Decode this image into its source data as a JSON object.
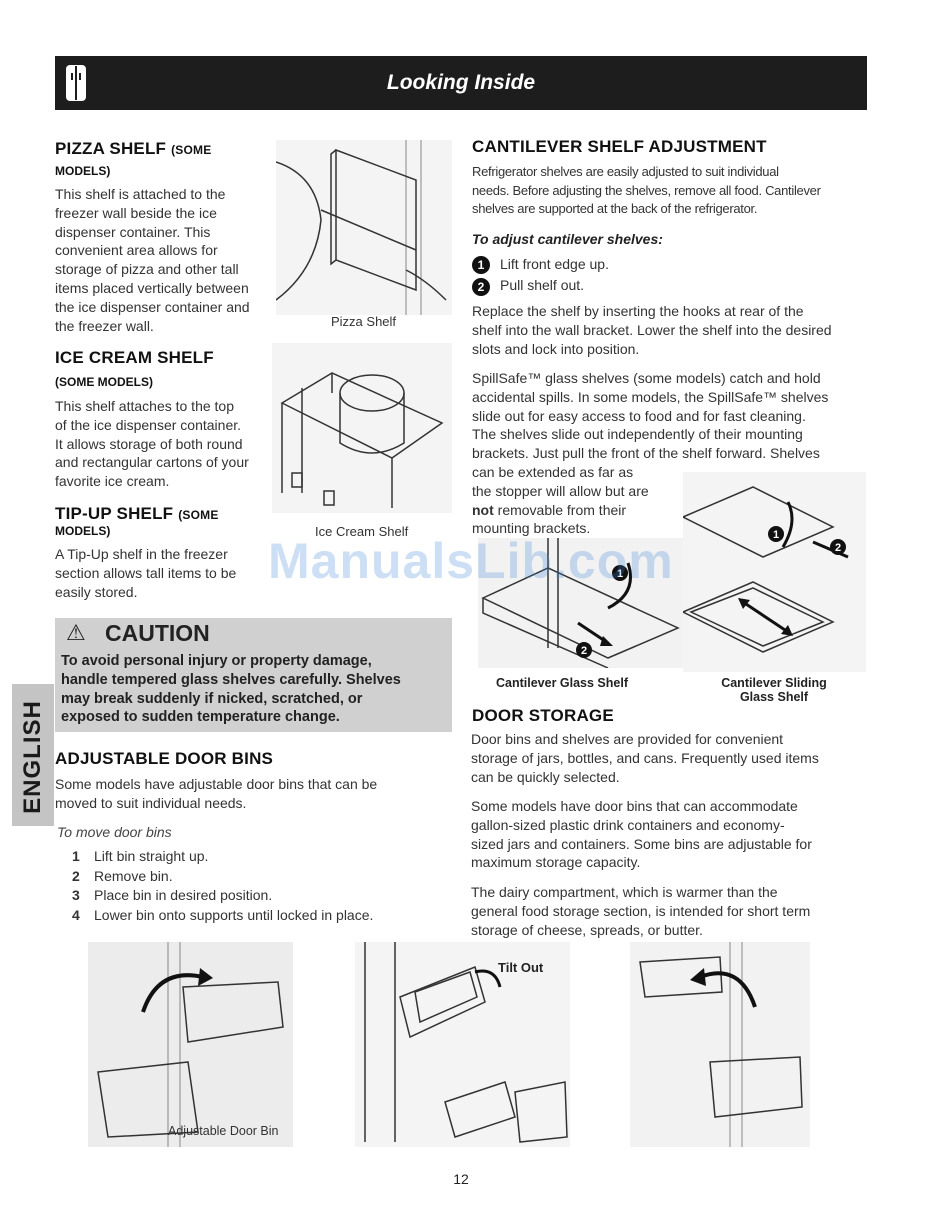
{
  "banner": {
    "title": "Looking Inside",
    "icon": "refrigerator-icon"
  },
  "pizza": {
    "heading": "PIZZA SHELF",
    "heading_sub": "(SOME",
    "heading_sub2": "MODELS)",
    "lines": [
      "This shelf is attached to the",
      "freezer wall beside the ice",
      "dispenser container. This",
      "convenient area allows for",
      "storage of pizza and other tall",
      "items placed vertically between",
      "the ice dispenser container and",
      "the freezer wall."
    ],
    "caption": "Pizza Shelf"
  },
  "icecream": {
    "heading": "ICE CREAM SHELF",
    "heading_sub": "(SOME MODELS)",
    "lines": [
      "This shelf attaches to the top",
      "of the ice dispenser container.",
      "It allows storage of both round",
      "and rectangular cartons of your",
      "favorite ice cream."
    ],
    "caption": "Ice Cream Shelf"
  },
  "tipup": {
    "heading": "TIP-UP SHELF",
    "heading_sub": "(SOME",
    "heading_sub2": "MODELS)",
    "lines": [
      "A Tip-Up shelf in the freezer",
      "section allows tall items to be",
      "easily stored."
    ]
  },
  "caution": {
    "symbol": "⚠",
    "title": "CAUTION",
    "lines": [
      "To avoid personal injury or property damage,",
      "handle tempered glass shelves carefully. Shelves",
      "may break suddenly if nicked, scratched, or",
      "exposed to sudden temperature change."
    ]
  },
  "doorbins": {
    "heading": "ADJUSTABLE DOOR BINS",
    "lines": [
      "Some models have adjustable door bins that can be",
      "moved to suit individual needs."
    ],
    "instr": "To move door bins",
    "steps": [
      {
        "n": "1",
        "text": "Lift bin straight up."
      },
      {
        "n": "2",
        "text": "Remove bin."
      },
      {
        "n": "3",
        "text": "Place bin in desired position."
      },
      {
        "n": "4",
        "text": "Lower bin onto supports until locked in place."
      }
    ],
    "caption": "Adjustable Door Bin",
    "tilt_label": "Tilt Out"
  },
  "cantilever": {
    "heading": "CANTILEVER SHELF ADJUSTMENT",
    "intro": [
      "Refrigerator shelves are easily adjusted to suit individual",
      "needs. Before adjusting the shelves, remove all food. Cantilever",
      "shelves are supported at the back of the refrigerator."
    ],
    "instr": "To adjust cantilever shelves:",
    "steps": [
      {
        "n": "1",
        "text": "Lift front edge up."
      },
      {
        "n": "2",
        "text": "Pull shelf out."
      }
    ],
    "replace": [
      "Replace the shelf by inserting the hooks at rear of the",
      "shelf into the wall bracket. Lower the shelf into the desired",
      "slots and lock into position."
    ],
    "spill": [
      "SpillSafe™ glass shelves (some models) catch and hold",
      "accidental spills. In some models, the SpillSafe™ shelves",
      "slide out for easy access to food and for fast cleaning.",
      "The shelves slide out independently of their mounting",
      "brackets. Just pull the front of the shelf forward. Shelves",
      "can be extended as far as",
      "the stopper will allow but are"
    ],
    "spill_bold": "not",
    "spill_after": " removable from their",
    "spill_last": "mounting brackets.",
    "caption_left": "Cantilever Glass Shelf",
    "caption_right_1": "Cantilever Sliding",
    "caption_right_2": "Glass Shelf",
    "marker1": "1",
    "marker2": "2"
  },
  "doorstorage": {
    "heading": "DOOR STORAGE",
    "p1": [
      "Door bins and shelves are provided for convenient",
      "storage of jars, bottles, and cans. Frequently used items",
      "can be quickly selected."
    ],
    "p2": [
      "Some models have door bins that can accommodate",
      "gallon-sized plastic drink containers and economy-",
      "sized jars and containers. Some bins are adjustable for",
      "maximum storage capacity."
    ],
    "p3": [
      "The dairy compartment, which is warmer than the",
      "general food storage section, is intended for short term",
      "storage of cheese, spreads, or butter."
    ]
  },
  "side_tab": "ENGLISH",
  "watermark": "ManualsLib.com",
  "page_number": "12"
}
